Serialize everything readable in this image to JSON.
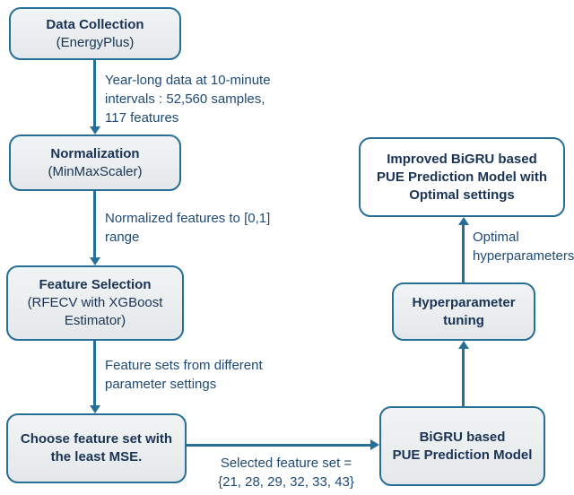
{
  "colors": {
    "line": "#276f96",
    "box_fill": "#e9edee",
    "box_fill_white": "#ffffff",
    "title_text": "#1a3354",
    "label_text": "#1e4a75",
    "background": "#ffffff"
  },
  "nodes": {
    "data_collection": {
      "title": "Data Collection",
      "subtitle": "(EnergyPlus)"
    },
    "normalization": {
      "title": "Normalization",
      "subtitle": "(MinMaxScaler)"
    },
    "feature_selection": {
      "title": "Feature Selection",
      "subtitle": "(RFECV with XGBoost\nEstimator)"
    },
    "choose_feature_set": {
      "title": "Choose feature set with\nthe least MSE."
    },
    "bigru_model": {
      "title": "BiGRU based\nPUE Prediction Model"
    },
    "hyperparameter_tuning": {
      "title": "Hyperparameter\ntuning"
    },
    "improved_model": {
      "title": "Improved BiGRU based\nPUE Prediction Model with\nOptimal settings"
    }
  },
  "edge_labels": {
    "data_to_normalization": "Year-long data at 10-minute\nintervals : 52,560 samples,\n117 features",
    "normalization_to_feature_selection": "Normalized features to [0,1]\nrange",
    "feature_selection_to_choose": "Feature sets from different\nparameter settings",
    "choose_to_bigru": "Selected feature set =\n{21, 28, 29, 32, 33, 43}",
    "tuning_to_improved": "Optimal\nhyperparameters"
  }
}
